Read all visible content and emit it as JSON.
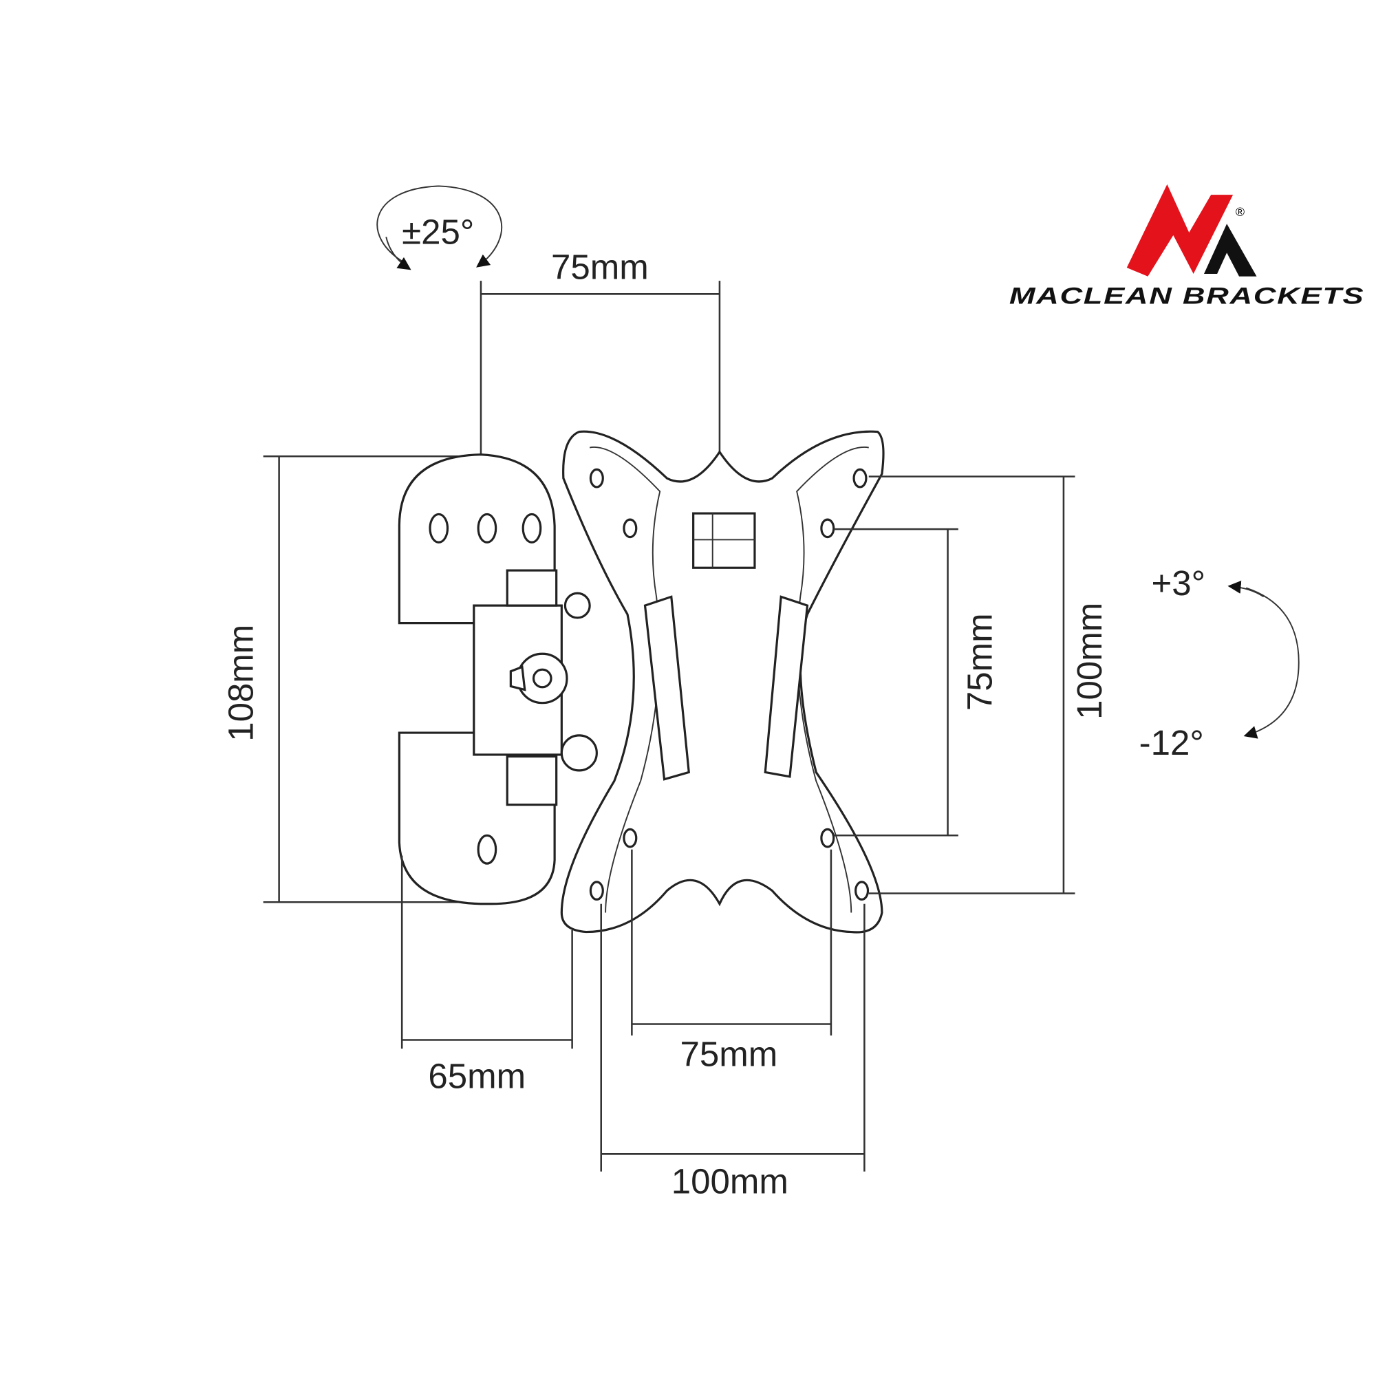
{
  "logo": {
    "brand": "MACLEAN BRACKETS",
    "registered": "®",
    "red": "#e3121b",
    "black": "#111111"
  },
  "labels": {
    "swivel": "±25°",
    "top_width": "75mm",
    "height_left": "108mm",
    "vesa_inner_v": "75mm",
    "vesa_outer_v": "100mm",
    "tilt_up": "+3°",
    "tilt_down": "-12°",
    "wall_depth": "65mm",
    "vesa_inner_h": "75mm",
    "vesa_outer_h": "100mm"
  }
}
